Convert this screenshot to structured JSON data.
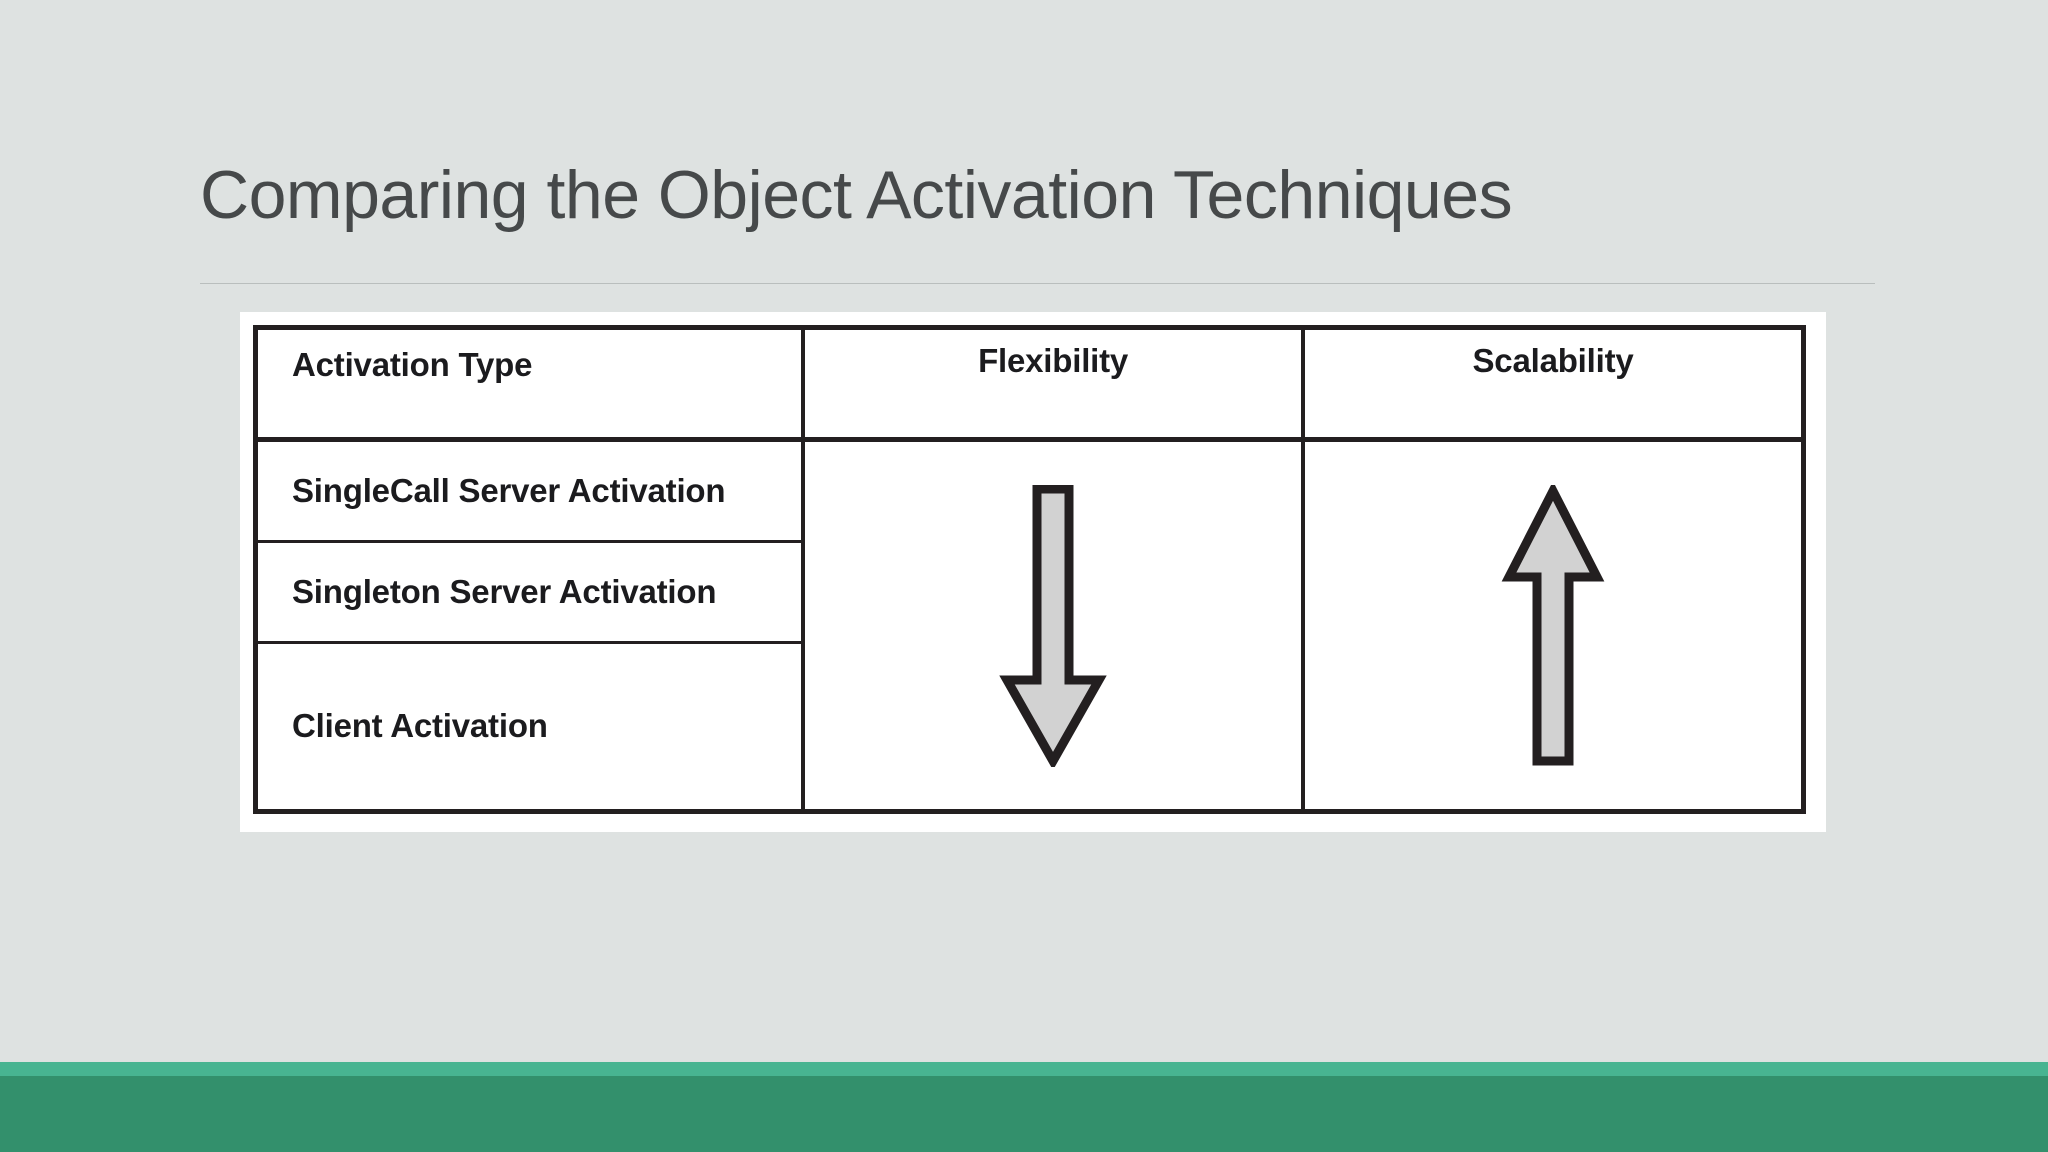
{
  "slide": {
    "title": "Comparing the Object Activation Techniques",
    "background_color": "#dee2e1",
    "title_color": "#46494a"
  },
  "table": {
    "headers": [
      {
        "label": "Activation Type",
        "align": "left"
      },
      {
        "label": "Flexibility",
        "align": "center"
      },
      {
        "label": "Scalability",
        "align": "center"
      }
    ],
    "rows": [
      {
        "activation_type": "SingleCall Server Activation"
      },
      {
        "activation_type": "Singleton Server Activation"
      },
      {
        "activation_type": "Client Activation"
      }
    ],
    "flexibility_indicator": {
      "icon": "down-arrow-icon",
      "direction": "down",
      "meaning": "decreasing",
      "fill_color": "#d2d2d2",
      "stroke_color": "#231f20"
    },
    "scalability_indicator": {
      "icon": "up-arrow-icon",
      "direction": "up",
      "meaning": "increasing",
      "fill_color": "#d2d2d2",
      "stroke_color": "#231f20"
    },
    "border_color": "#231f20",
    "cell_background": "#ffffff"
  },
  "footer": {
    "light_band_color": "#48b491",
    "dark_band_color": "#33906c"
  }
}
